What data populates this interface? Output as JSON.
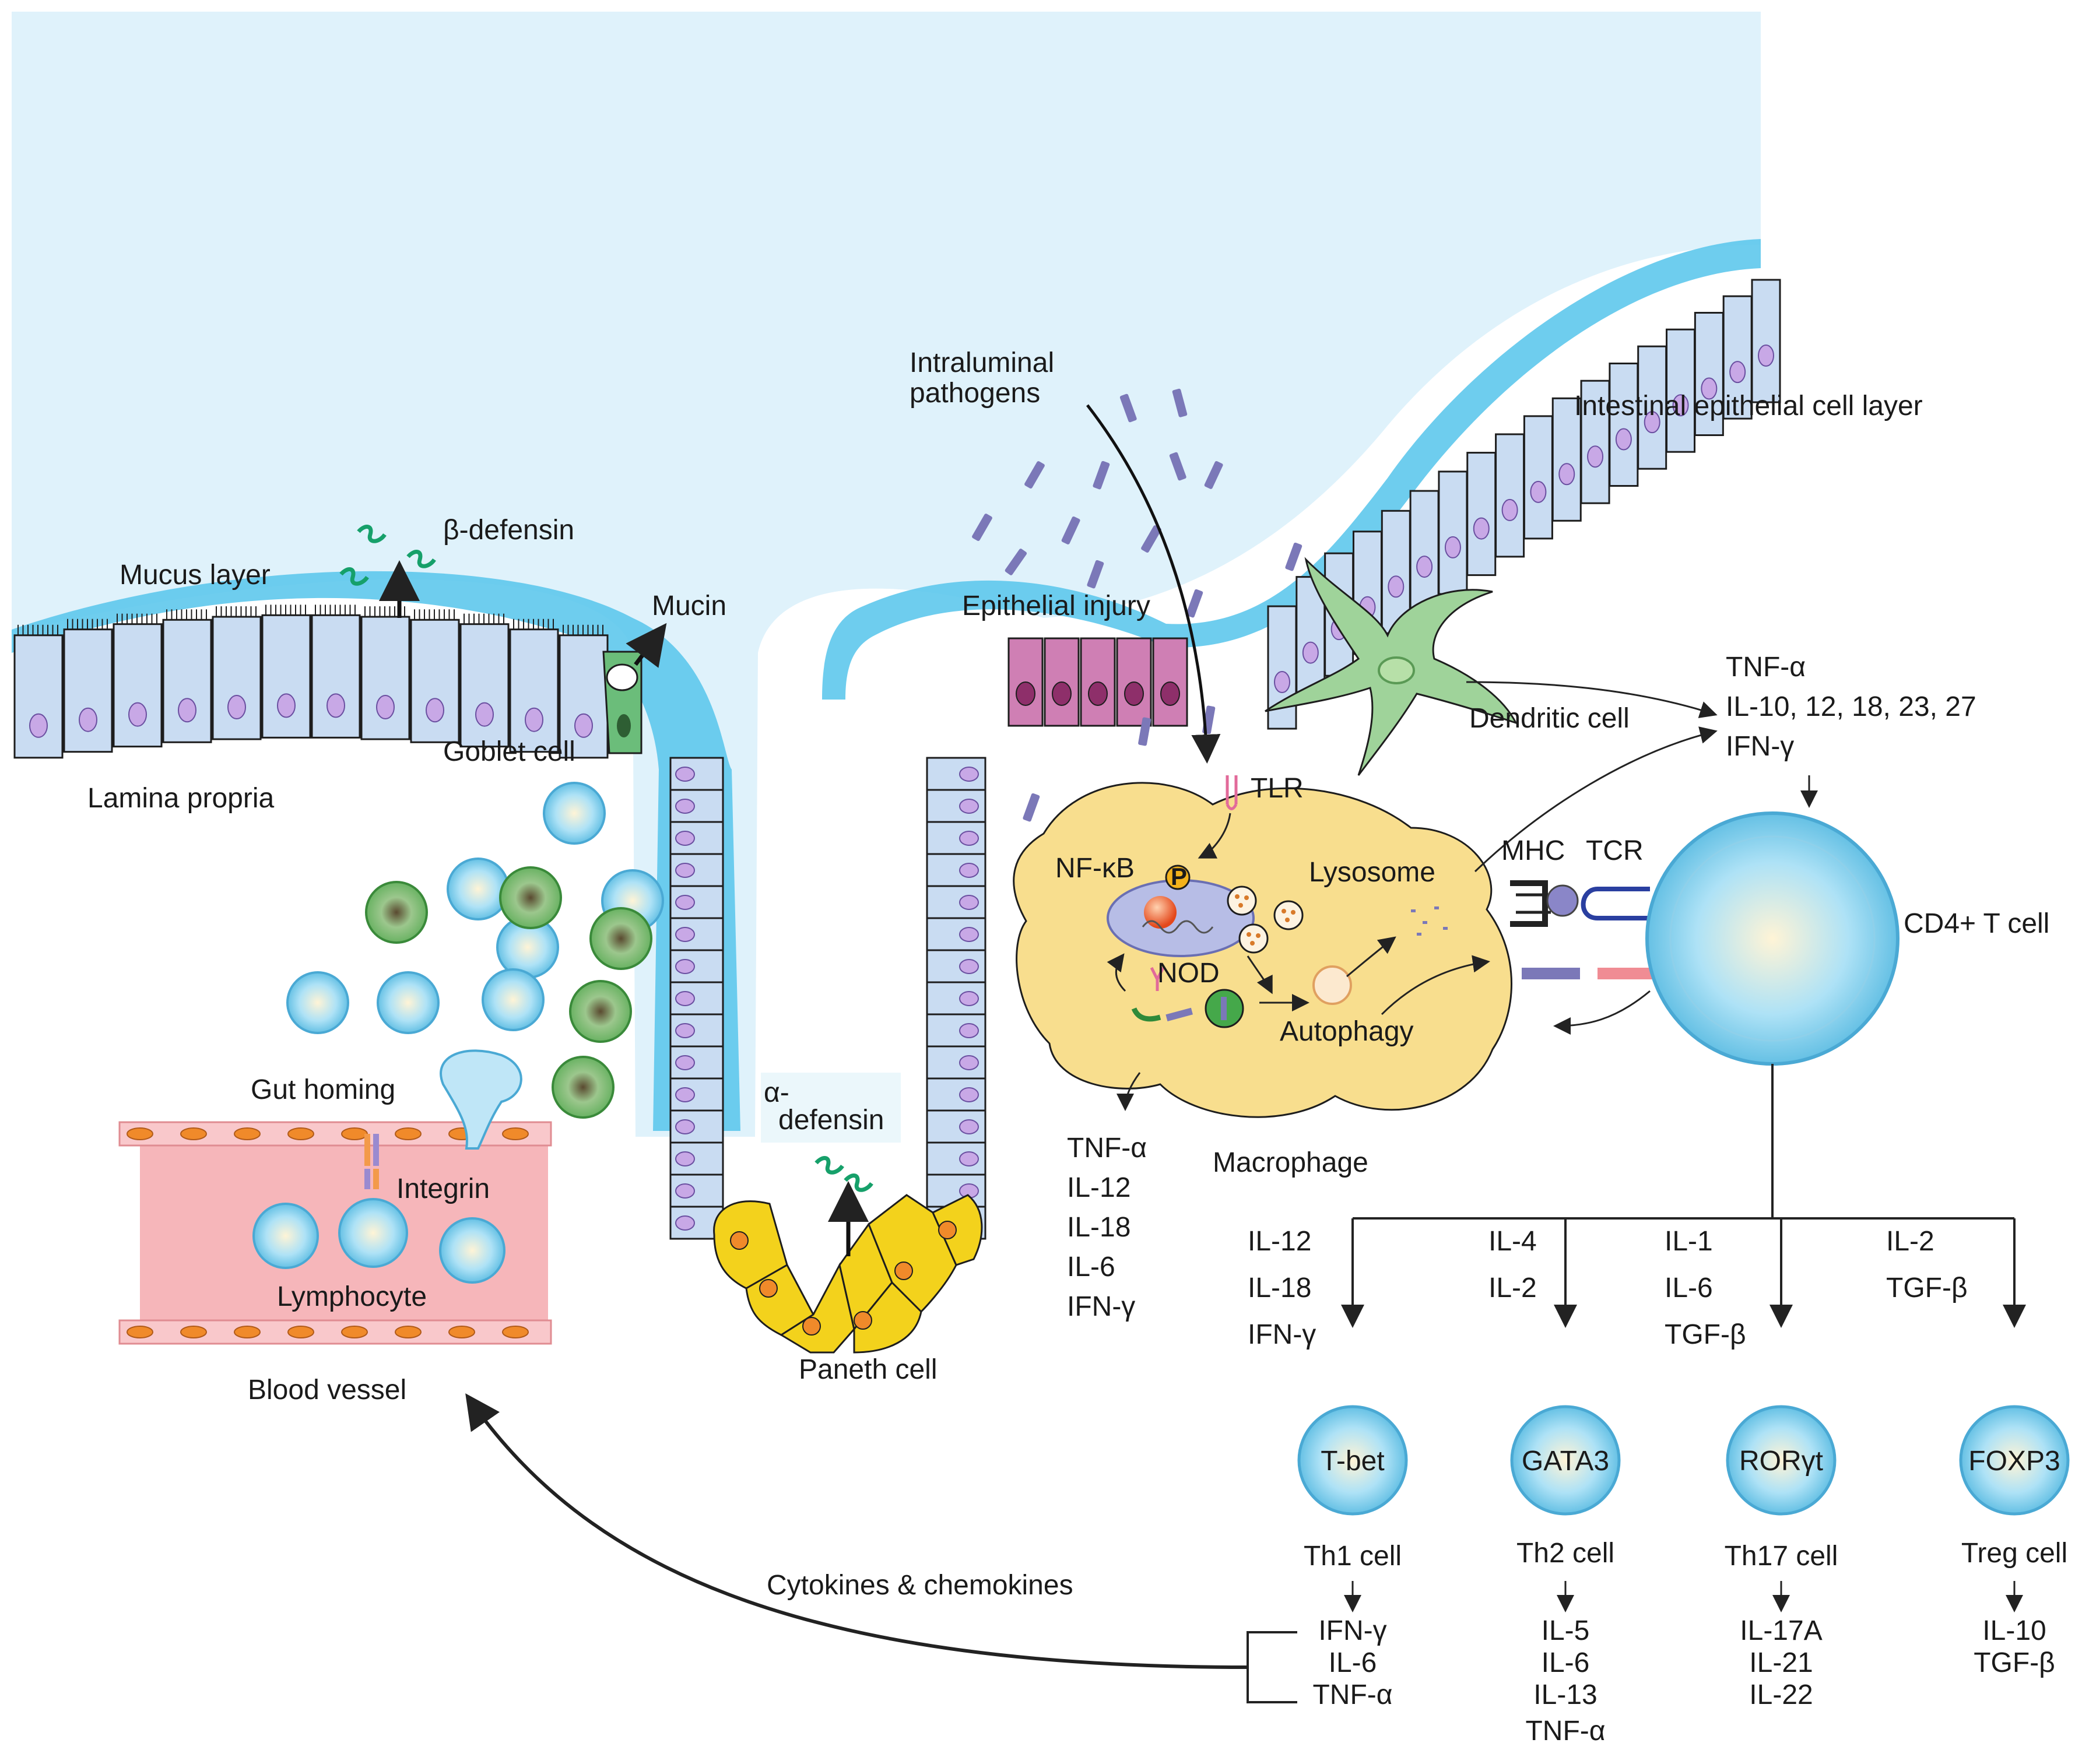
{
  "labels": {
    "mucus_layer": "Mucus layer",
    "beta_defensin": "β-defensin",
    "mucin": "Mucin",
    "goblet_cell": "Goblet cell",
    "lamina_propria": "Lamina propria",
    "gut_homing": "Gut homing",
    "integrin": "Integrin",
    "lymphocyte": "Lymphocyte",
    "blood_vessel": "Blood vessel",
    "alpha_defensin_1": "α-",
    "alpha_defensin_2": "defensin",
    "paneth_cell": "Paneth cell",
    "intraluminal_1": "Intraluminal",
    "intraluminal_2": "pathogens",
    "epithelial_injury": "Epithelial injury",
    "intestinal_layer": "Intestinal epithelial cell layer",
    "dendritic_cell": "Dendritic cell",
    "tlr": "TLR",
    "nfkb": "NF-κB",
    "p_badge": "P",
    "nod": "NOD",
    "lysosome": "Lysosome",
    "autophagy": "Autophagy",
    "macrophage": "Macrophage",
    "mhc": "MHC",
    "tcr": "TCR",
    "cd4": "CD4+ T cell",
    "cytokines_chemokines": "Cytokines & chemokines"
  },
  "dc_cytokines": [
    "TNF-α",
    "IL-10, 12, 18, 23, 27",
    "IFN-γ"
  ],
  "macrophage_cytokines": [
    "TNF-α",
    "IL-12",
    "IL-18",
    "IL-6",
    "IFN-γ"
  ],
  "differentiation": [
    {
      "inputs": [
        "IL-12",
        "IL-18",
        "IFN-γ"
      ],
      "tf": "T-bet",
      "cell": "Th1 cell",
      "outputs": [
        "IFN-γ",
        "IL-6",
        "TNF-α"
      ]
    },
    {
      "inputs": [
        "IL-4",
        "IL-2"
      ],
      "tf": "GATA3",
      "cell": "Th2 cell",
      "outputs": [
        "IL-5",
        "IL-6",
        "IL-13",
        "TNF-α"
      ]
    },
    {
      "inputs": [
        "IL-1",
        "IL-6",
        "TGF-β"
      ],
      "tf": "RORγt",
      "cell": "Th17 cell",
      "outputs": [
        "IL-17A",
        "IL-21",
        "IL-22"
      ]
    },
    {
      "inputs": [
        "IL-2",
        "TGF-β"
      ],
      "tf": "FOXP3",
      "cell": "Treg cell",
      "outputs": [
        "IL-10",
        "TGF-β"
      ]
    }
  ],
  "colors": {
    "lumen": "#dff2fb",
    "mucus": "#5ec8ec",
    "epithelial": "#c9dcf2",
    "nucleus": "#c8a8e6",
    "injured": "#cf7fb4",
    "paneth": "#f3d21c",
    "macrophage": "#f8de8e",
    "dendritic": "#9fd39a",
    "vessel": "#f6b6ba",
    "tcell": "#bfe6f7",
    "pathogen": "#7b78b8"
  }
}
